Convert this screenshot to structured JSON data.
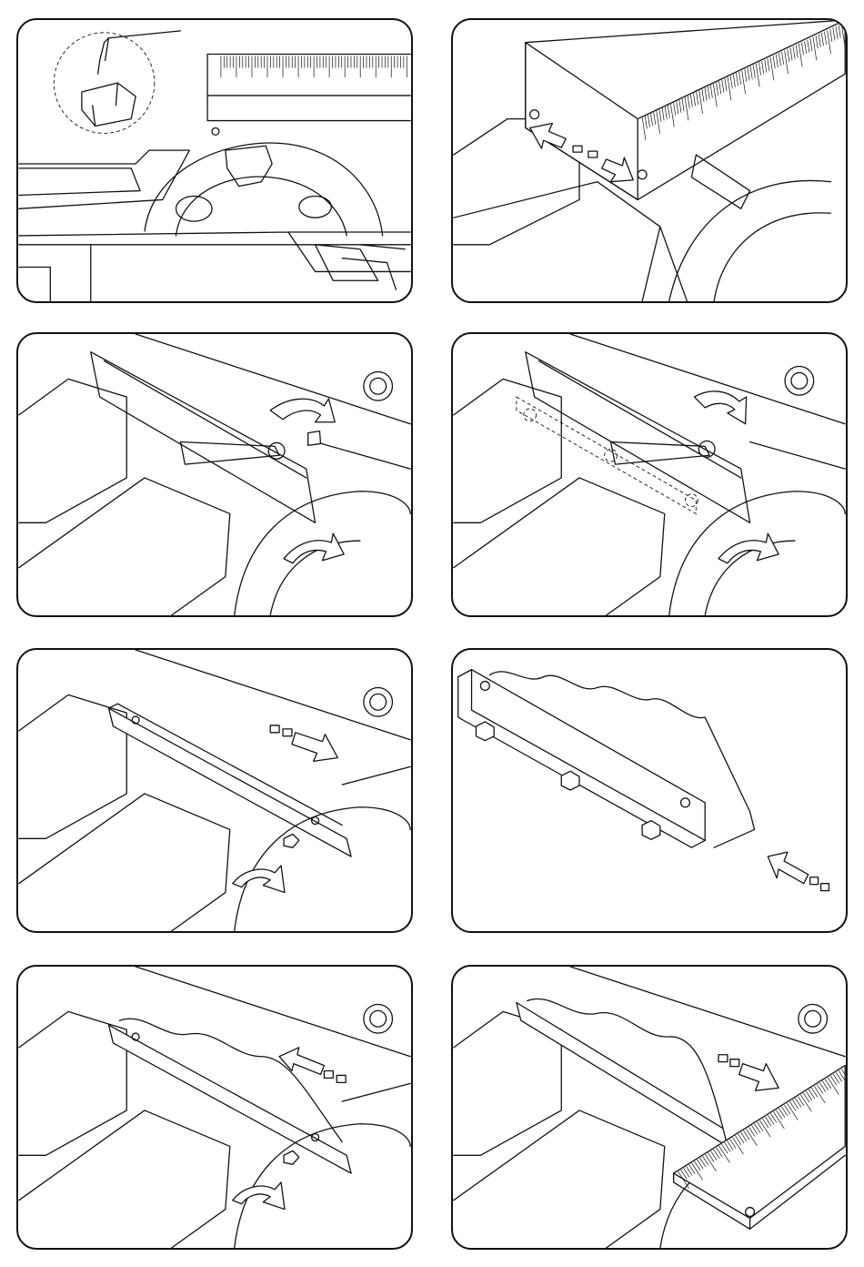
{
  "figure": {
    "panels": [
      {
        "id": 1,
        "arrows": []
      },
      {
        "id": 2,
        "arrows": [
          "double-arrow"
        ]
      },
      {
        "id": 3,
        "arrows": [
          "rotate-arrow",
          "rotate-arrow"
        ]
      },
      {
        "id": 4,
        "arrows": [
          "rotate-arrow",
          "rotate-arrow"
        ]
      },
      {
        "id": 5,
        "arrows": [
          "slide-arrow",
          "rotate-arrow"
        ]
      },
      {
        "id": 6,
        "arrows": [
          "insert-arrow"
        ]
      },
      {
        "id": 7,
        "arrows": [
          "slide-arrow",
          "rotate-arrow"
        ]
      },
      {
        "id": 8,
        "arrows": [
          "slide-arrow"
        ]
      }
    ],
    "line_color": "#111111",
    "background": "#ffffff"
  }
}
